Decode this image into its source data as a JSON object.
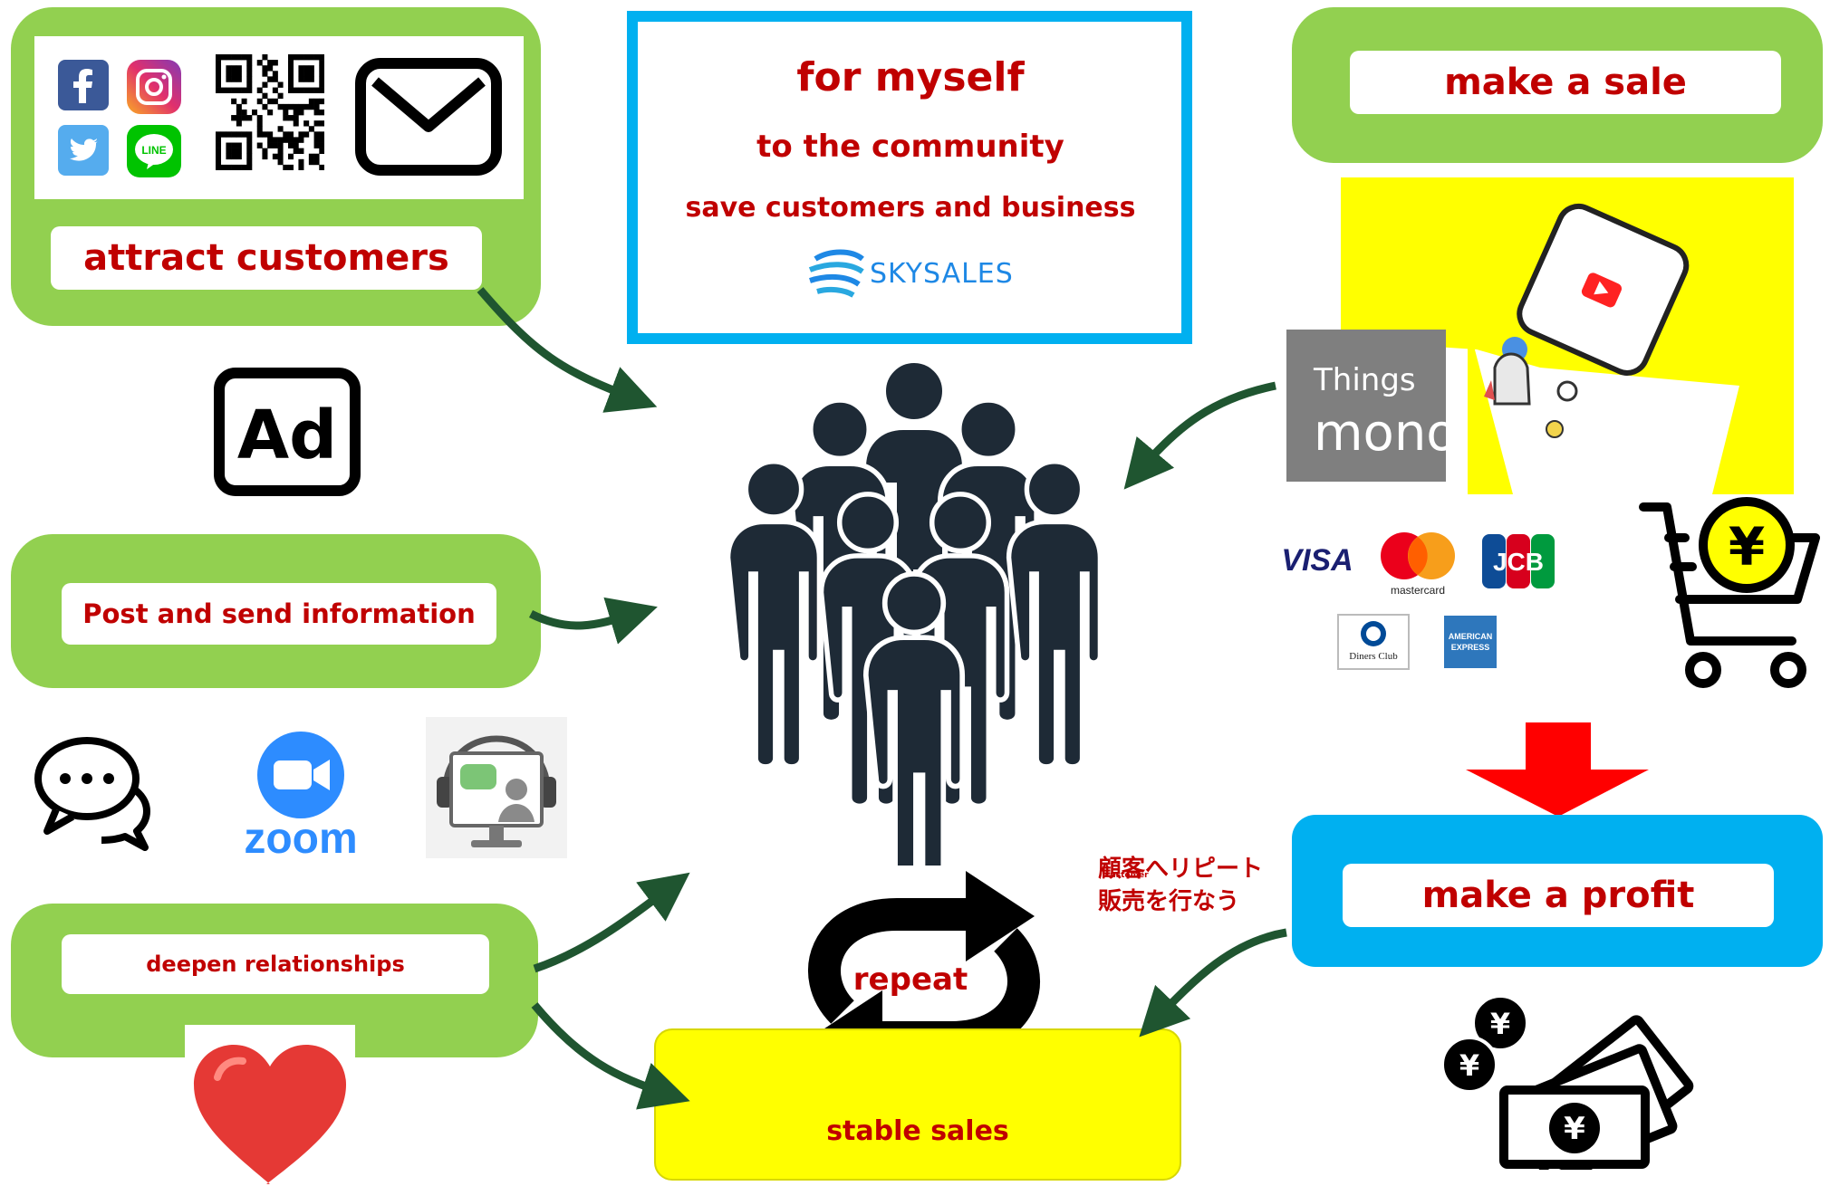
{
  "colors": {
    "green": "#92d050",
    "blue": "#00b0f0",
    "yellow": "#ffff00",
    "dark_red": "#c00000",
    "arrow_green": "#1f5530",
    "people": "#1e2a36",
    "red_arrow": "#ff0000"
  },
  "left": {
    "attract_label": "attract customers",
    "post_label": "Post and send information",
    "deepen_label": "deepen relationships",
    "social_icons": [
      "facebook-icon",
      "instagram-icon",
      "twitter-icon",
      "line-icon"
    ],
    "line_text": "LINE",
    "other_icons": [
      "qr-code-icon",
      "mail-icon",
      "ad-icon",
      "chat-bubbles-icon",
      "zoom-icon",
      "online-meeting-icon",
      "heart-icon"
    ],
    "zoom_text": "zoom",
    "ad_text": "Ad"
  },
  "center": {
    "line1": "for myself",
    "line2": "to the community",
    "line3": "save customers and business",
    "logo_text": "SKYSALES",
    "repeat_label": "repeat",
    "stable_label": "stable sales"
  },
  "right": {
    "sale_label": "make a sale",
    "things_line1": "Things",
    "things_line2": "mono",
    "cards": [
      "VISA",
      "mastercard",
      "JCB",
      "Diners Club",
      "AMERICAN EXPRESS"
    ],
    "diners_text": "Diners Club",
    "amex_line1": "AMERICAN",
    "amex_line2": "EXPRESS",
    "profit_label": "make a profit",
    "yen_symbol": "¥",
    "jp_line1": "顧客へリピート",
    "jp_line2": "販売を行なう",
    "customer_small": "customer"
  }
}
